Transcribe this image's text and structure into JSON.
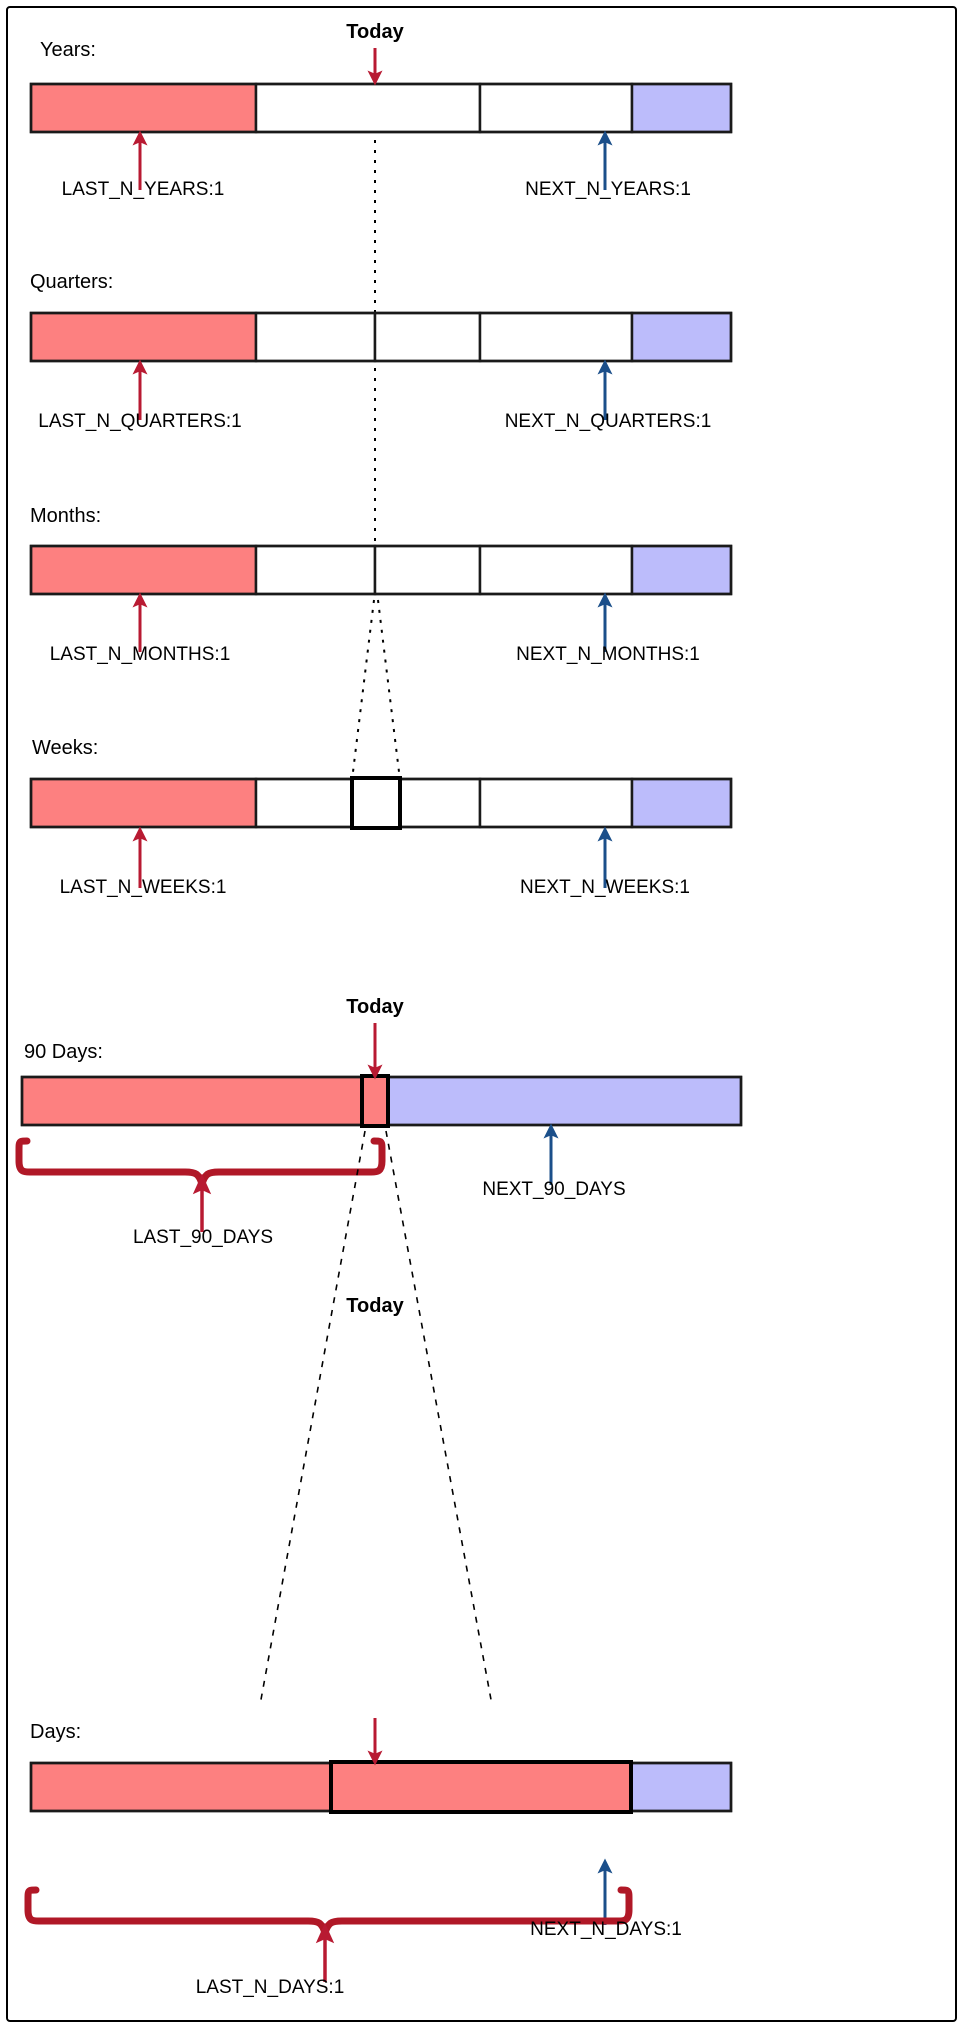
{
  "diagram": {
    "title_today": "Today",
    "colors": {
      "past_fill": "#fd8080",
      "future_fill": "#bcbcfb",
      "outline": "#1a1a1a",
      "past_arrow": "#b81a32",
      "future_arrow": "#1b4f8a",
      "brace": "#b01827",
      "background": "#ffffff"
    },
    "rows": [
      {
        "id": "years",
        "title": "Years:",
        "past_label": "LAST_N_YEARS:1",
        "future_label": "NEXT_N_YEARS:1",
        "today_marker": "Today"
      },
      {
        "id": "quarters",
        "title": "Quarters:",
        "past_label": "LAST_N_QUARTERS:1",
        "future_label": "NEXT_N_QUARTERS:1"
      },
      {
        "id": "months",
        "title": "Months:",
        "past_label": "LAST_N_MONTHS:1",
        "future_label": "NEXT_N_MONTHS:1"
      },
      {
        "id": "weeks",
        "title": "Weeks:",
        "past_label": "LAST_N_WEEKS:1",
        "future_label": "NEXT_N_WEEKS:1"
      },
      {
        "id": "ninety-days",
        "title": "90 Days:",
        "past_label": "LAST_90_DAYS",
        "future_label": "NEXT_90_DAYS",
        "today_marker": "Today"
      },
      {
        "id": "days",
        "title": "Days:",
        "past_label": "LAST_N_DAYS:1",
        "future_label": "NEXT_N_DAYS:1",
        "today_marker": "Today"
      }
    ]
  }
}
